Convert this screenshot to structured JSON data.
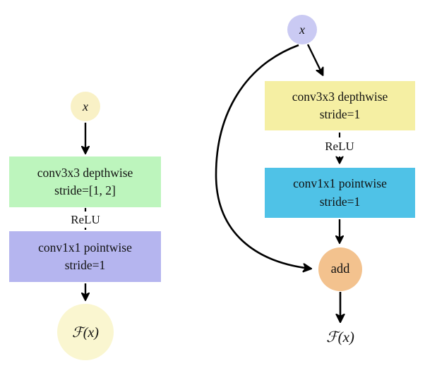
{
  "colors": {
    "background": "#ffffff",
    "arrow": "#000000",
    "left_input_circle": "#F9F1C6",
    "left_conv1_box": "#BDF5BD",
    "left_conv2_box": "#B5B5EF",
    "left_output_circle": "#FAF6D0",
    "right_input_circle": "#CACAF3",
    "right_conv1_box": "#F5EFA3",
    "right_conv2_box": "#4FC2E7",
    "right_add_circle": "#F3C28E"
  },
  "left_diagram": {
    "input_label": "x",
    "conv1_line1": "conv3x3 depthwise",
    "conv1_line2": "stride=[1, 2]",
    "relu_label": "ReLU",
    "conv2_line1": "conv1x1 pointwise",
    "conv2_line2": "stride=1",
    "output_label": "ℱ(x)"
  },
  "right_diagram": {
    "input_label": "x",
    "conv1_line1": "conv3x3 depthwise",
    "conv1_line2": "stride=1",
    "relu_label": "ReLU",
    "conv2_line1": "conv1x1 pointwise",
    "conv2_line2": "stride=1",
    "add_label": "add",
    "output_label": "ℱ(x)"
  }
}
